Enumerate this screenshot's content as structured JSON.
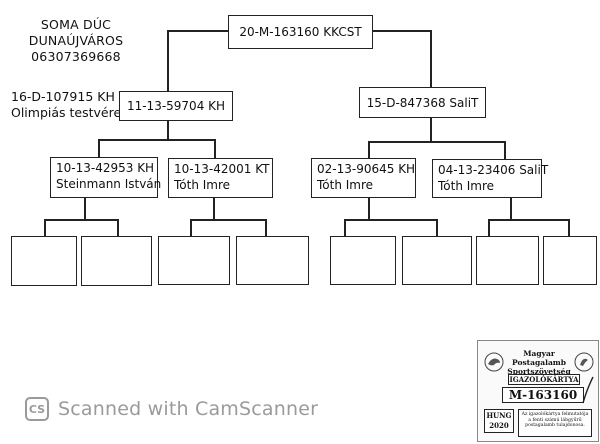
{
  "owner": {
    "name": "SOMA DÚC",
    "city": "DUNAÚJVÁROS",
    "phone": "06307369668"
  },
  "side_note": {
    "ring": "16-D-107915 KH",
    "note": "Olimpiás testvére"
  },
  "root": {
    "ring": "20-M-163160 KKCST"
  },
  "sire": {
    "ring": "11-13-59704 KH"
  },
  "dam": {
    "ring": "15-D-847368 SaliT"
  },
  "sire_sire": {
    "ring": "10-13-42953 KH",
    "breeder": "Steinmann István"
  },
  "sire_dam": {
    "ring": "10-13-42001 KT",
    "breeder": "Tóth Imre"
  },
  "dam_sire": {
    "ring": "02-13-90645 KH",
    "breeder": "Tóth Imre"
  },
  "dam_dam": {
    "ring": "04-13-23406 SaliT",
    "breeder": "Tóth Imre"
  },
  "id_card": {
    "org_line1": "Magyar Postagalamb",
    "org_line2": "Sportszövetség",
    "title": "IGAZOLÓKÁRTYA",
    "number": "M-163160",
    "country": "HUNG",
    "year": "2020",
    "notice": "Az igazolókártya felmutatója a fenti számú lábgyűrű postagalamb tulajdonosa."
  },
  "watermark": {
    "logo": "CS",
    "text": "Scanned with CamScanner"
  }
}
